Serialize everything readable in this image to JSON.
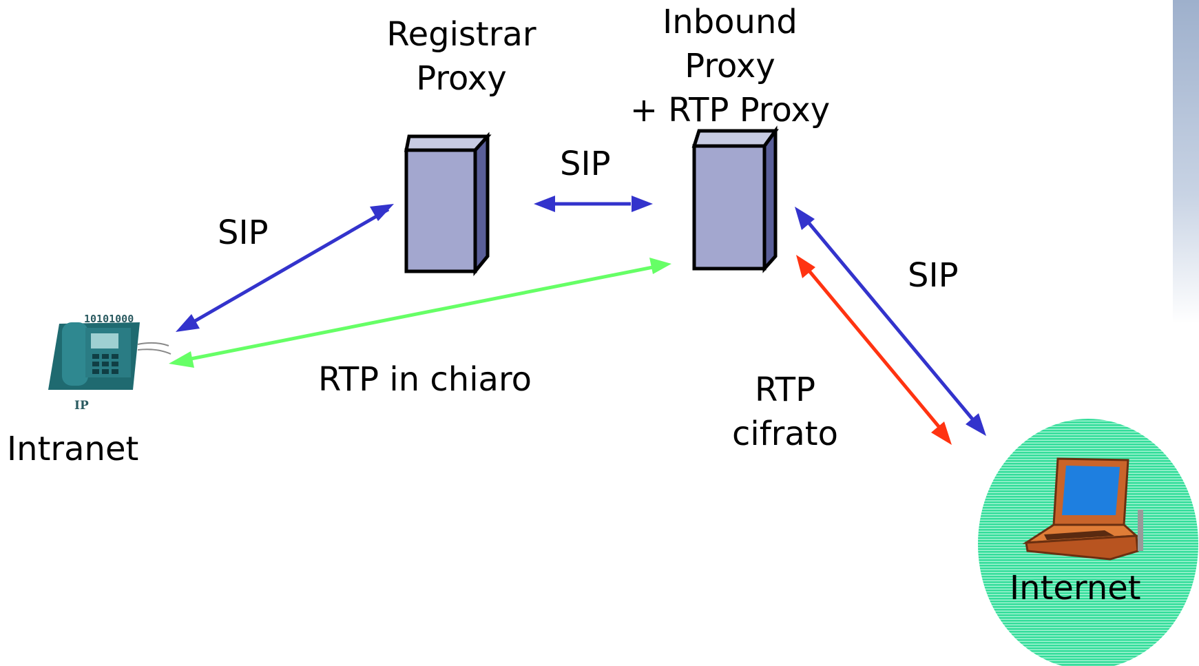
{
  "nodes": {
    "registrar": {
      "lines": [
        "Registrar",
        "Proxy"
      ]
    },
    "inbound": {
      "lines": [
        "Inbound",
        "Proxy",
        "+ RTP Proxy"
      ]
    },
    "phone": {
      "label": "Intranet",
      "display_text": "10101000",
      "badge": "IP"
    },
    "laptop": {
      "label": "Internet"
    }
  },
  "edges": {
    "sip_phone_registrar": {
      "label": "SIP",
      "color": "#3333cc"
    },
    "sip_registrar_inbound": {
      "label": "SIP",
      "color": "#3333cc"
    },
    "rtp_phone_inbound": {
      "label": "RTP in chiaro",
      "color": "#66ff66"
    },
    "sip_inbound_internet": {
      "label": "SIP",
      "color": "#3333cc"
    },
    "rtp_inbound_internet": {
      "lines": [
        "RTP",
        "cifrato"
      ],
      "color": "#ff3311"
    }
  }
}
